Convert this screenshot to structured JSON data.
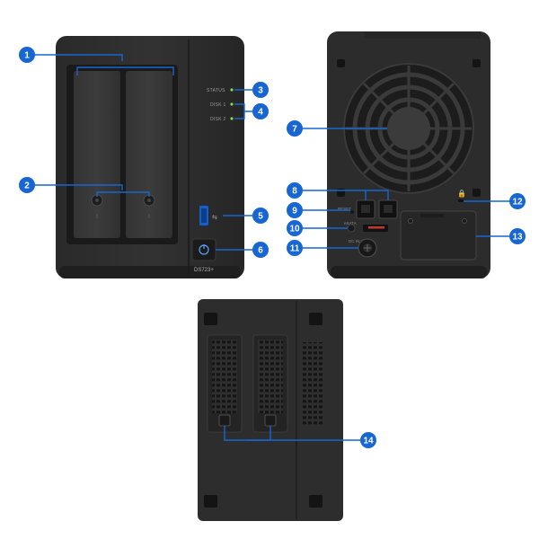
{
  "front": {
    "led_labels": [
      "STATUS",
      "DISK 1",
      "DISK 2"
    ],
    "model_label": "DS723+"
  },
  "back": {
    "port_labels": [
      "RESET",
      "eSATA",
      "DC IN 12V"
    ]
  },
  "callouts": [
    {
      "num": "1"
    },
    {
      "num": "2"
    },
    {
      "num": "3"
    },
    {
      "num": "4"
    },
    {
      "num": "5"
    },
    {
      "num": "6"
    },
    {
      "num": "7"
    },
    {
      "num": "8"
    },
    {
      "num": "9"
    },
    {
      "num": "10"
    },
    {
      "num": "11"
    },
    {
      "num": "12"
    },
    {
      "num": "13"
    },
    {
      "num": "14"
    }
  ],
  "colors": {
    "callout": "#1766d1",
    "body": "#2b2b2b",
    "body_dark": "#1c1c1c",
    "led": "#7ed957"
  }
}
